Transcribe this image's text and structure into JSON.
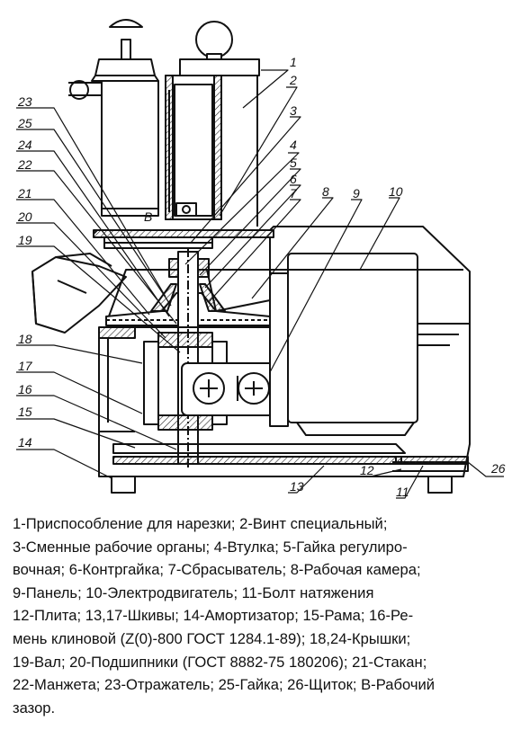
{
  "drawing": {
    "labels": {
      "n1": "1",
      "n2": "2",
      "n3": "3",
      "n4": "4",
      "n5": "5",
      "n6": "6",
      "n7": "7",
      "n8": "8",
      "n9": "9",
      "n10": "10",
      "n11": "11",
      "n12": "12",
      "n13": "13",
      "n14": "14",
      "n15": "15",
      "n16": "16",
      "n17": "17",
      "n18": "18",
      "n19": "19",
      "n20": "20",
      "n21": "21",
      "n22": "22",
      "n23": "23",
      "n24": "24",
      "n25": "25",
      "n26": "26",
      "gap": "В"
    }
  },
  "caption": {
    "lines": [
      "1-Приспособление для нарезки; 2-Винт специальный;",
      "3-Сменные рабочие органы; 4-Втулка; 5-Гайка регулиро-",
      "вочная; 6-Контргайка; 7-Сбрасыватель; 8-Рабочая камера;",
      "9-Панель; 10-Электродвигатель; 11-Болт натяжения",
      "12-Плита; 13,17-Шкивы; 14-Амортизатор; 15-Рама; 16-Ре-",
      "мень клиновой (Z(0)-800 ГОСТ 1284.1-89); 18,24-Крышки;",
      "19-Вал; 20-Подшипники (ГОСТ 8882-75 180206); 21-Стакан;",
      "22-Манжета; 23-Отражатель; 25-Гайка; 26-Щиток; В-Рабочий",
      "зазор."
    ]
  }
}
